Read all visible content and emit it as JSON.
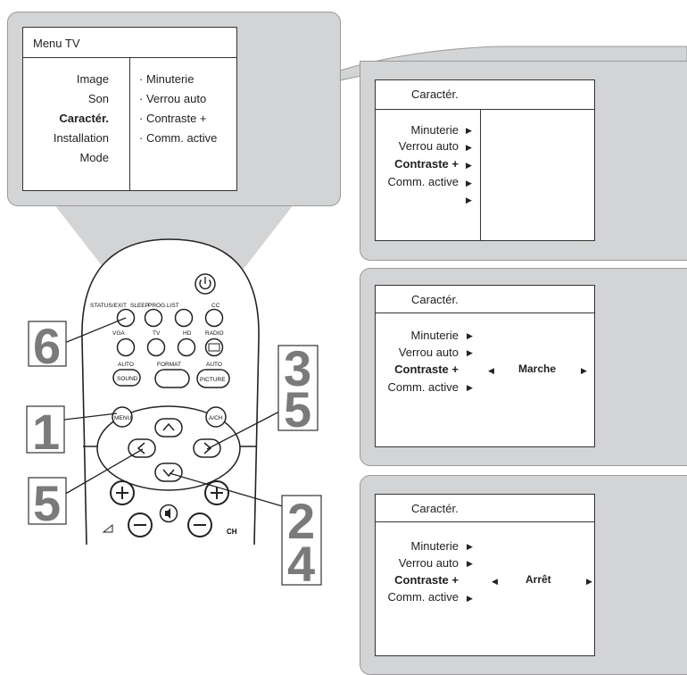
{
  "tv_menu": {
    "title": "Menu TV",
    "left_items": [
      "Image",
      "Son",
      "Caractér.",
      "Installation",
      "Mode"
    ],
    "selected": "Caractér.",
    "right_items": [
      "Minuterie",
      "Verrou auto",
      "Contraste +",
      "Comm. active"
    ]
  },
  "screen1": {
    "title": "Caractér.",
    "items": [
      "Minuterie",
      "Verrou auto",
      "Contraste +",
      "Comm. active"
    ],
    "selected": "Contraste +"
  },
  "screen2": {
    "title": "Caractér.",
    "items": [
      "Minuterie",
      "Verrou auto",
      "Contraste +",
      "Comm. active"
    ],
    "selected": "Contraste +",
    "value": "Marche"
  },
  "screen3": {
    "title": "Caractér.",
    "items": [
      "Minuterie",
      "Verrou auto",
      "Contraste +",
      "Comm. active"
    ],
    "selected": "Contraste +",
    "value": "Arrêt"
  },
  "remote": {
    "buttons": {
      "status_exit": "STATUS/EXIT",
      "sleep": "SLEEP",
      "prog_list": "PROG.LIST",
      "cc": "CC",
      "vga": "VGA",
      "tv": "TV",
      "hd": "HD",
      "radio": "RADIO",
      "auto1": "AUTO",
      "sound": "SOUND",
      "format": "FORMAT",
      "auto2": "AUTO",
      "picture": "PICTURE",
      "menu": "MENU",
      "ach": "A/CH",
      "ch": "CH"
    }
  },
  "step_numbers": [
    "6",
    "1",
    "5",
    "3",
    "5",
    "2",
    "4"
  ],
  "colors": {
    "panel": "#d3d4d6",
    "step_number": "#7a7a7a",
    "remote_body": "#ffffff"
  }
}
